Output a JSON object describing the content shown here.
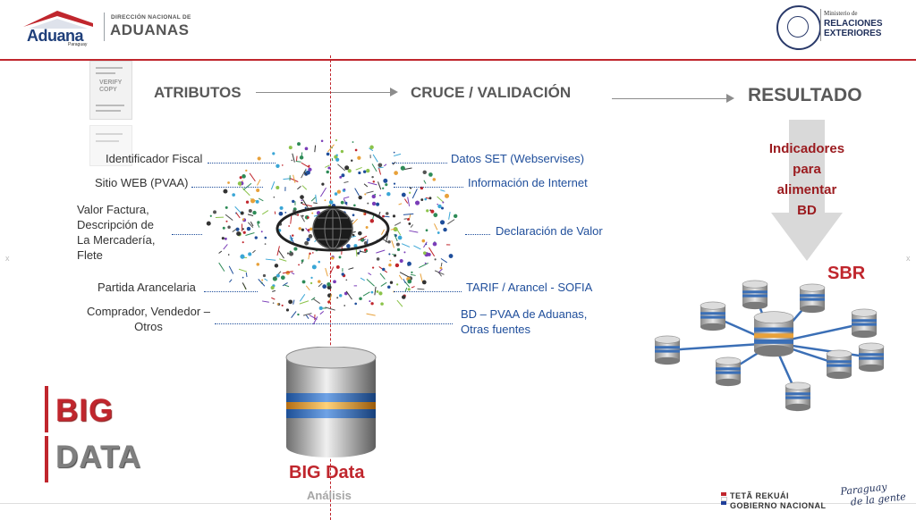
{
  "header": {
    "logo_name": "Aduana",
    "logo_country": "Paraguay",
    "agency_small": "DIRECCIÓN NACIONAL DE",
    "agency_big": "ADUANAS",
    "ministry_small": "Ministerio de",
    "ministry_line1": "RELACIONES",
    "ministry_line2": "EXTERIORES"
  },
  "thumbnail": {
    "stamp_line1": "VERIFY",
    "stamp_line2": "COPY"
  },
  "columns": {
    "atributos": "ATRIBUTOS",
    "cruce": "CRUCE / VALIDACIÓN",
    "resultado": "RESULTADO"
  },
  "attributes": [
    {
      "label": "Identificador Fiscal",
      "value": "Datos SET (Webservises)"
    },
    {
      "label": "Sitio WEB (PVAA)",
      "value": "Información de Internet"
    },
    {
      "label": "Valor Factura, Descripción de La Mercadería, Flete",
      "value": "Declaración de Valor"
    },
    {
      "label": "Partida Arancelaria",
      "value": "TARIF / Arancel - SOFIA"
    },
    {
      "label": "Comprador, Vendedor – Otros",
      "value": "BD – PVAA de Aduanas, Otras fuentes"
    }
  ],
  "attr_multiline": {
    "valor": [
      "Valor Factura,",
      "Descripción de",
      "La Mercadería,",
      "Flete"
    ],
    "comprador": [
      "Comprador, Vendedor –",
      "Otros"
    ],
    "bd": [
      "BD – PVAA de Aduanas,",
      "Otras fuentes"
    ]
  },
  "result": {
    "indicators": [
      "Indicadores",
      "para",
      "alimentar",
      "BD"
    ],
    "sbr": "SBR"
  },
  "bigdata": {
    "big": "BIG",
    "data": "DATA",
    "title": "BIG Data",
    "subtitle": "Análisis"
  },
  "footer": {
    "tr_small": "TETÃ REKUÁI",
    "tr_big": "GOBIERNO NACIONAL",
    "sign_line1": "Paraguay",
    "sign_line2": "de la gente"
  },
  "side_marks": {
    "left": "x",
    "right": "x"
  },
  "colors": {
    "accent_red": "#c0262d",
    "blue_text": "#1f4e9b",
    "gray_heading": "#595959",
    "db_blue": "#3b6fb6",
    "db_orange": "#e8a13a"
  }
}
